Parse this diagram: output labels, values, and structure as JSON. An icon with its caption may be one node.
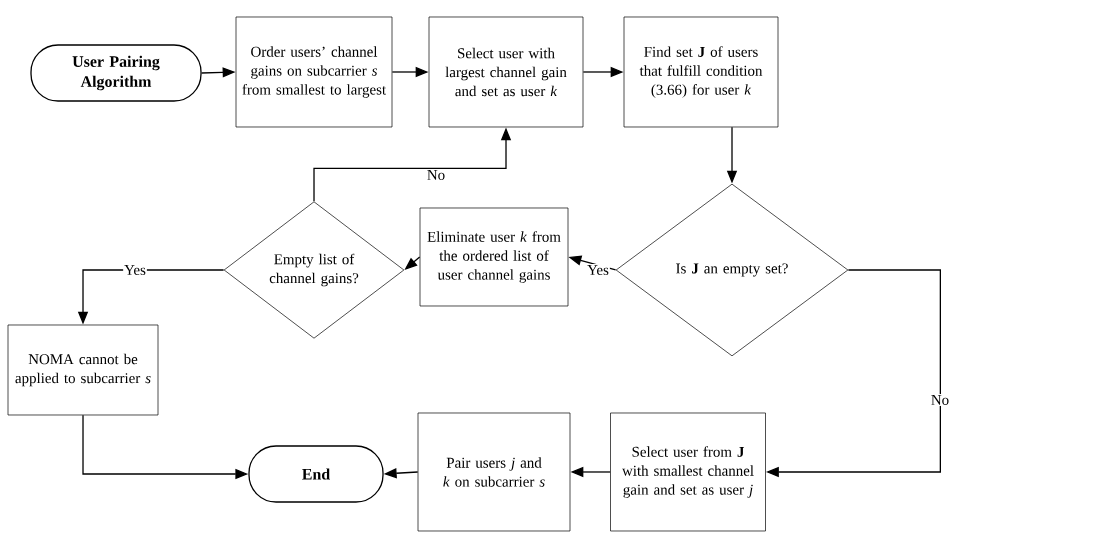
{
  "diagram": {
    "nodes": [
      {
        "text": [
          "User Pairing Algorithm"
        ]
      },
      {
        "text": [
          "Order users’ channel gains on subcarrier *s* from smallest to largest"
        ]
      },
      {
        "text": [
          "Select user with largest channel gain and set as user *k*"
        ]
      },
      {
        "text": [
          "Find set **J** of users that fulfill condition (3.66) for user *k*"
        ]
      },
      {
        "text": [
          "Is **J** an empty set?"
        ]
      },
      {
        "text": [
          "Eliminate user *k* from the ordered list of user channel gains"
        ]
      },
      {
        "text": [
          "Empty list of channel gains?"
        ]
      },
      {
        "text": [
          "NOMA cannot be applied to subcarrier *s*"
        ]
      },
      {
        "text": [
          "End"
        ]
      },
      {
        "text": [
          "Pair users *j* and *k* on subcarrier *s*"
        ]
      },
      {
        "text": [
          "Select user from **J** with smallest channel gain and set as user *j*"
        ]
      }
    ],
    "edges": [
      {
        "from": 0,
        "to": 1,
        "arrow": "to"
      },
      {
        "from": 1,
        "to": 2,
        "arrow": "to"
      },
      {
        "from": 2,
        "to": 3,
        "arrow": "to"
      },
      {
        "from": 3,
        "to": 4,
        "arrow": "to"
      },
      {
        "from": 4,
        "to": 5,
        "arrow": "to",
        "label": "Yes"
      },
      {
        "from": 5,
        "to": 6,
        "arrow": "to"
      },
      {
        "from": 6,
        "to": 2,
        "arrow": "to",
        "label": "No"
      },
      {
        "from": 6,
        "to": 7,
        "arrow": "to",
        "label": "Yes"
      },
      {
        "from": 7,
        "to": 8,
        "arrow": "to"
      },
      {
        "from": 4,
        "to": 10,
        "arrow": "to",
        "label": "No"
      },
      {
        "from": 10,
        "to": 9,
        "arrow": "to"
      },
      {
        "from": 9,
        "to": 8,
        "arrow": "to"
      }
    ]
  }
}
